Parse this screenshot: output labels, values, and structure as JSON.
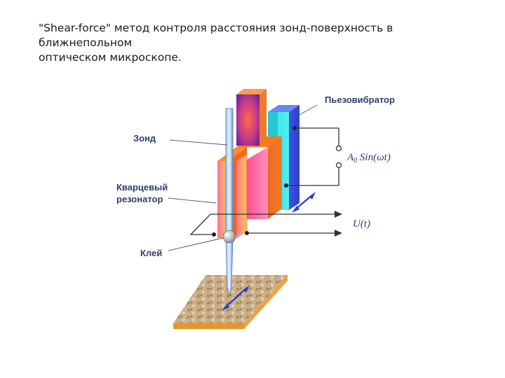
{
  "caption": {
    "line1": "\"Shear-force\" метод контроля расстояния зонд-поверхность в ближнепольном",
    "line2": "оптическом микроскопе."
  },
  "labels": {
    "piezo": "Пьезовибратор",
    "probe": "Зонд",
    "quartz_line1": "Кварцевый",
    "quartz_line2": "резонатор",
    "glue": "Клей",
    "drive_signal_a": "A",
    "drive_signal_sub": "0",
    "drive_signal_rest": " Sin(ωt)",
    "output_signal": "U(t)"
  },
  "colors": {
    "label_text": "#2d3f6e",
    "wire": "#333333",
    "arrow_blue": "#1f3fcf",
    "sample": "#c8ab82",
    "sample_edge": "#e8952a"
  }
}
